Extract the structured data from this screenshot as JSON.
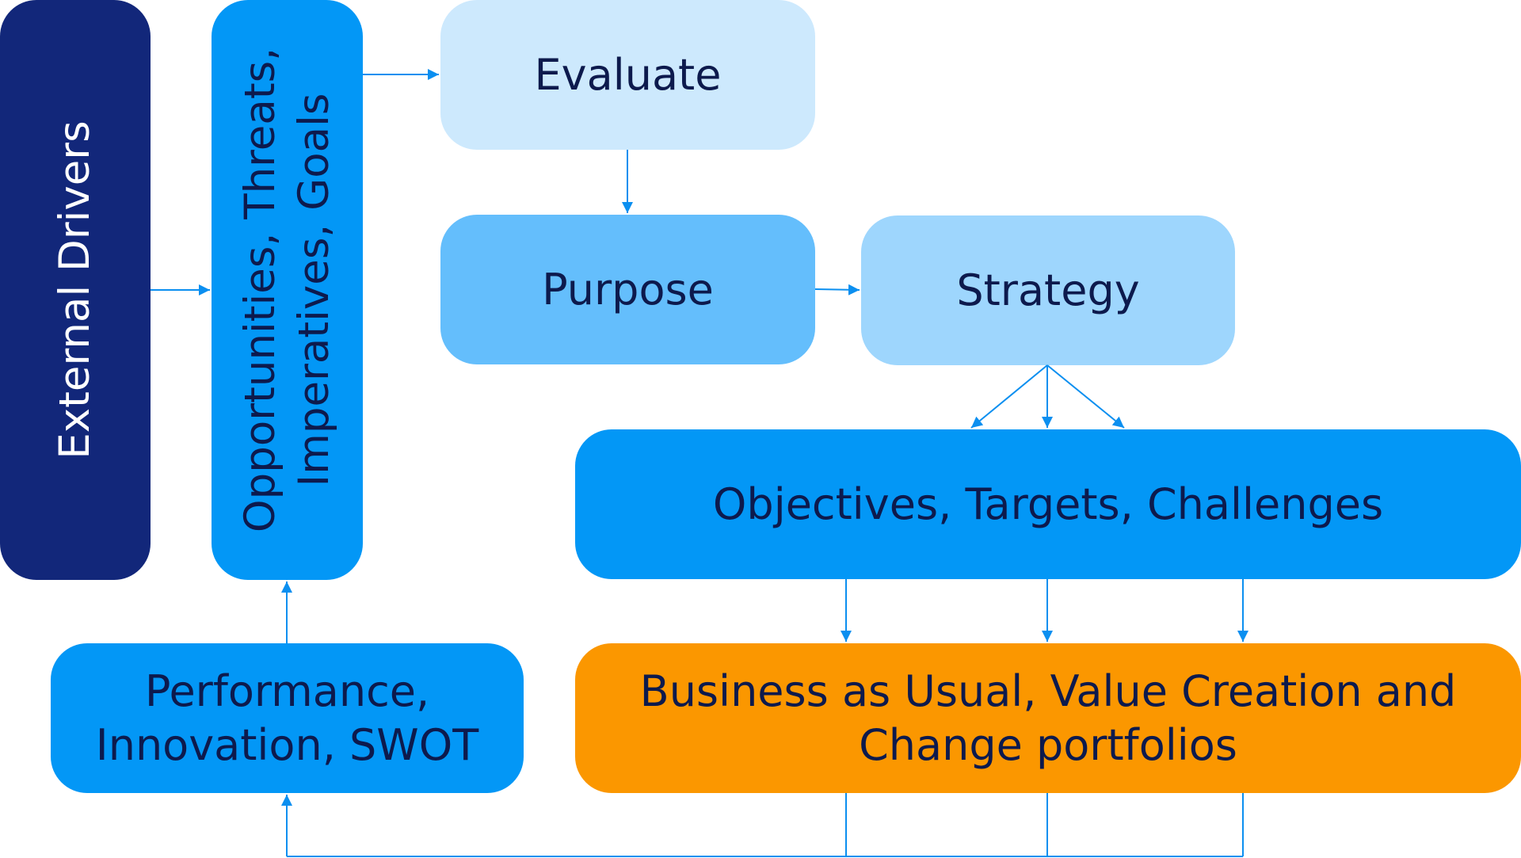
{
  "nodes": {
    "external_drivers": "External Drivers",
    "opportunities_line1": "Opportunities, Threats,",
    "opportunities_line2": "Imperatives, Goals",
    "evaluate": "Evaluate",
    "purpose": "Purpose",
    "strategy": "Strategy",
    "objectives": "Objectives, Targets, Challenges",
    "performance_line1": "Performance,",
    "performance_line2": "Innovation, SWOT",
    "portfolios_line1": "Business as Usual, Value Creation and",
    "portfolios_line2": "Change portfolios"
  },
  "colors": {
    "external_drivers": "#12277a",
    "opportunities": "#0397f6",
    "evaluate": "#cde9fd",
    "purpose": "#64befc",
    "strategy": "#9ed6fd",
    "objectives": "#0397f6",
    "performance": "#0397f6",
    "portfolios": "#fb9700",
    "connector": "#0b8ff0",
    "text_dark": "#0d1a4d",
    "text_light": "#ffffff"
  }
}
